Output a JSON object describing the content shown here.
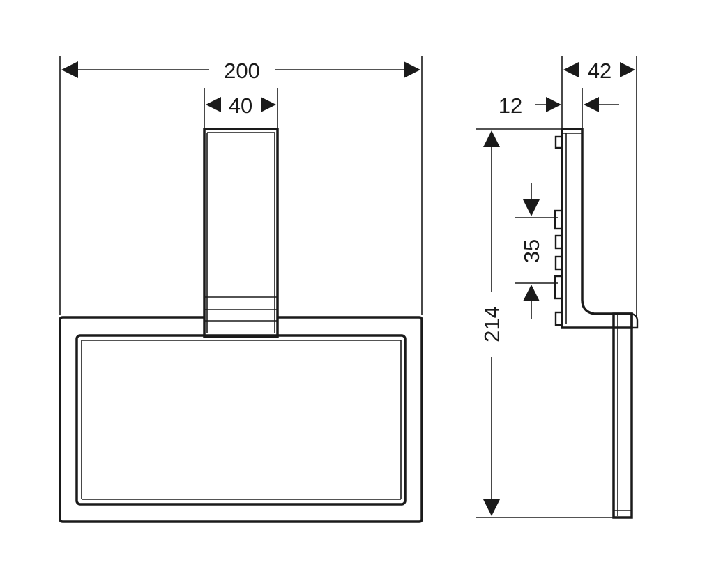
{
  "dimensions": {
    "overall_width": "200",
    "arm_width": "40",
    "wall_offset": "12",
    "depth": "42",
    "mount_spacing": "35",
    "overall_height": "214"
  }
}
